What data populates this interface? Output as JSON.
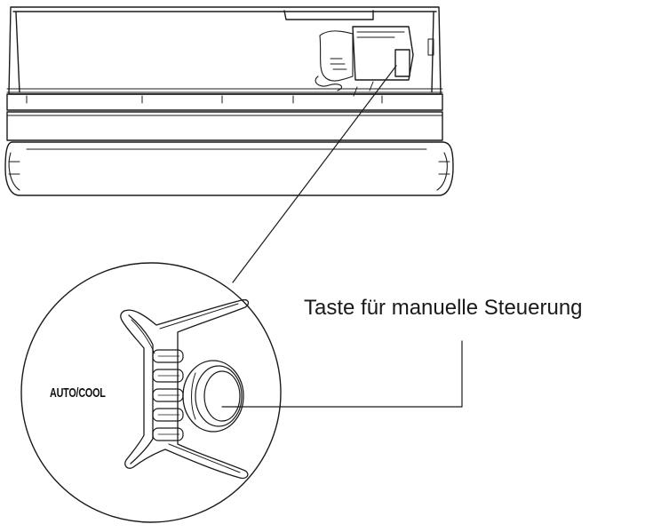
{
  "callout": {
    "label": "Taste für manuelle Steuerung"
  },
  "detail": {
    "mode_label": "AUTO/COOL"
  },
  "icons": {
    "unit": "air-conditioner-indoor-unit",
    "button": "manual-control-button"
  }
}
